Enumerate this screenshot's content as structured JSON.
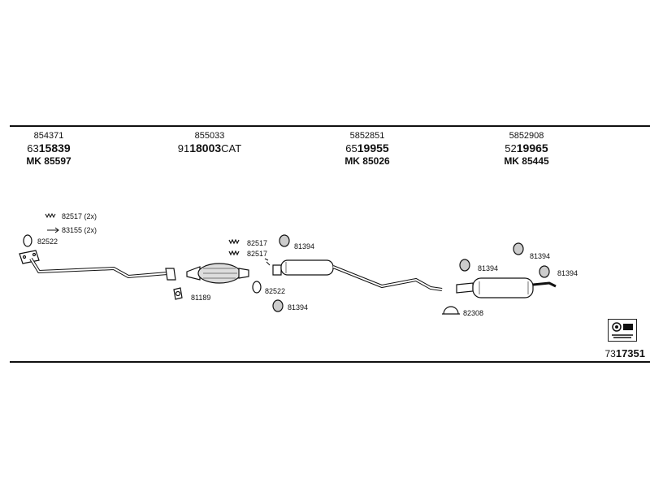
{
  "header_columns": [
    {
      "ref": "854371",
      "article_prefix": "63",
      "article_main": "15839",
      "article_suffix": "",
      "mk": "MK 85597"
    },
    {
      "ref": "855033",
      "article_prefix": "91",
      "article_main": "18003",
      "article_suffix": "CAT",
      "mk": ""
    },
    {
      "ref": "5852851",
      "article_prefix": "65",
      "article_main": "19955",
      "article_suffix": "",
      "mk": "MK 85026"
    },
    {
      "ref": "5852908",
      "article_prefix": "52",
      "article_main": "19965",
      "article_suffix": "",
      "mk": "MK 85445"
    }
  ],
  "part_labels": {
    "p1": "82517 (2x)",
    "p2": "83155 (2x)",
    "p3": "82522",
    "p4": "81189",
    "p5": "82517",
    "p6": "82517",
    "p7": "81394",
    "p8": "82522",
    "p9": "81394",
    "p10": "81394",
    "p11": "81394",
    "p12": "81394",
    "p13": "82308"
  },
  "diagram_number": {
    "prefix": "73",
    "main": "17351"
  },
  "logo_icon": "exhaust-system-logo-icon"
}
